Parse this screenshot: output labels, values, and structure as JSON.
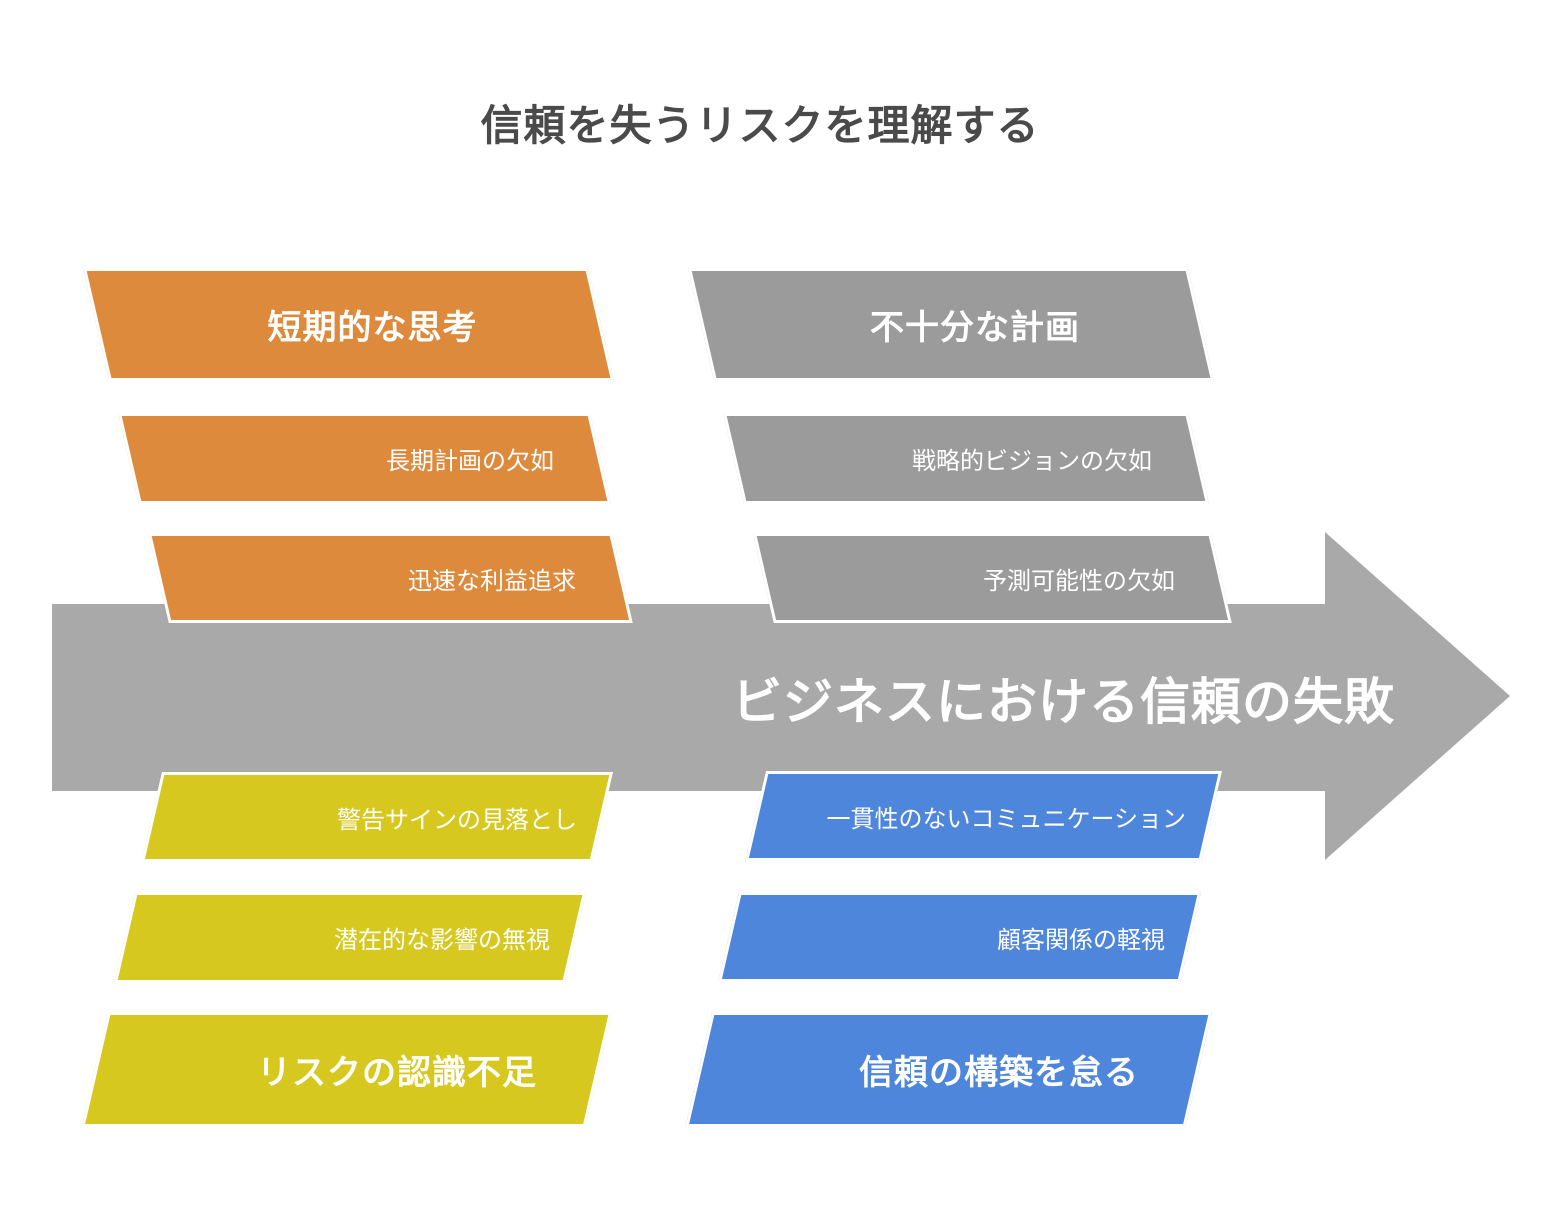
{
  "title": "信頼を失うリスクを理解する",
  "palette": {
    "orange": "#DE8A3C",
    "gray": "#9B9B9B",
    "yellow": "#D6C81F",
    "blue": "#4D86DB",
    "arrow": "#A9A9A9",
    "title_text": "#4A4A4A",
    "shape_text": "#FFFFFF"
  },
  "center_arrow": {
    "label": "ビジネスにおける信頼の失敗",
    "color": "#A9A9A9",
    "direction": "right"
  },
  "groups": [
    {
      "id": "top-left",
      "color": "#DE8A3C",
      "header": "短期的な思考",
      "items": [
        "長期計画の欠如",
        "迅速な利益追求"
      ]
    },
    {
      "id": "top-right",
      "color": "#9B9B9B",
      "header": "不十分な計画",
      "items": [
        "戦略的ビジョンの欠如",
        "予測可能性の欠如"
      ]
    },
    {
      "id": "bottom-left",
      "color": "#D6C81F",
      "header": "リスクの認識不足",
      "items": [
        "警告サインの見落とし",
        "潜在的な影響の無視"
      ]
    },
    {
      "id": "bottom-right",
      "color": "#4D86DB",
      "header": "信頼の構築を怠る",
      "items": [
        "一貫性のないコミュニケーション",
        "顧客関係の軽視"
      ]
    }
  ]
}
